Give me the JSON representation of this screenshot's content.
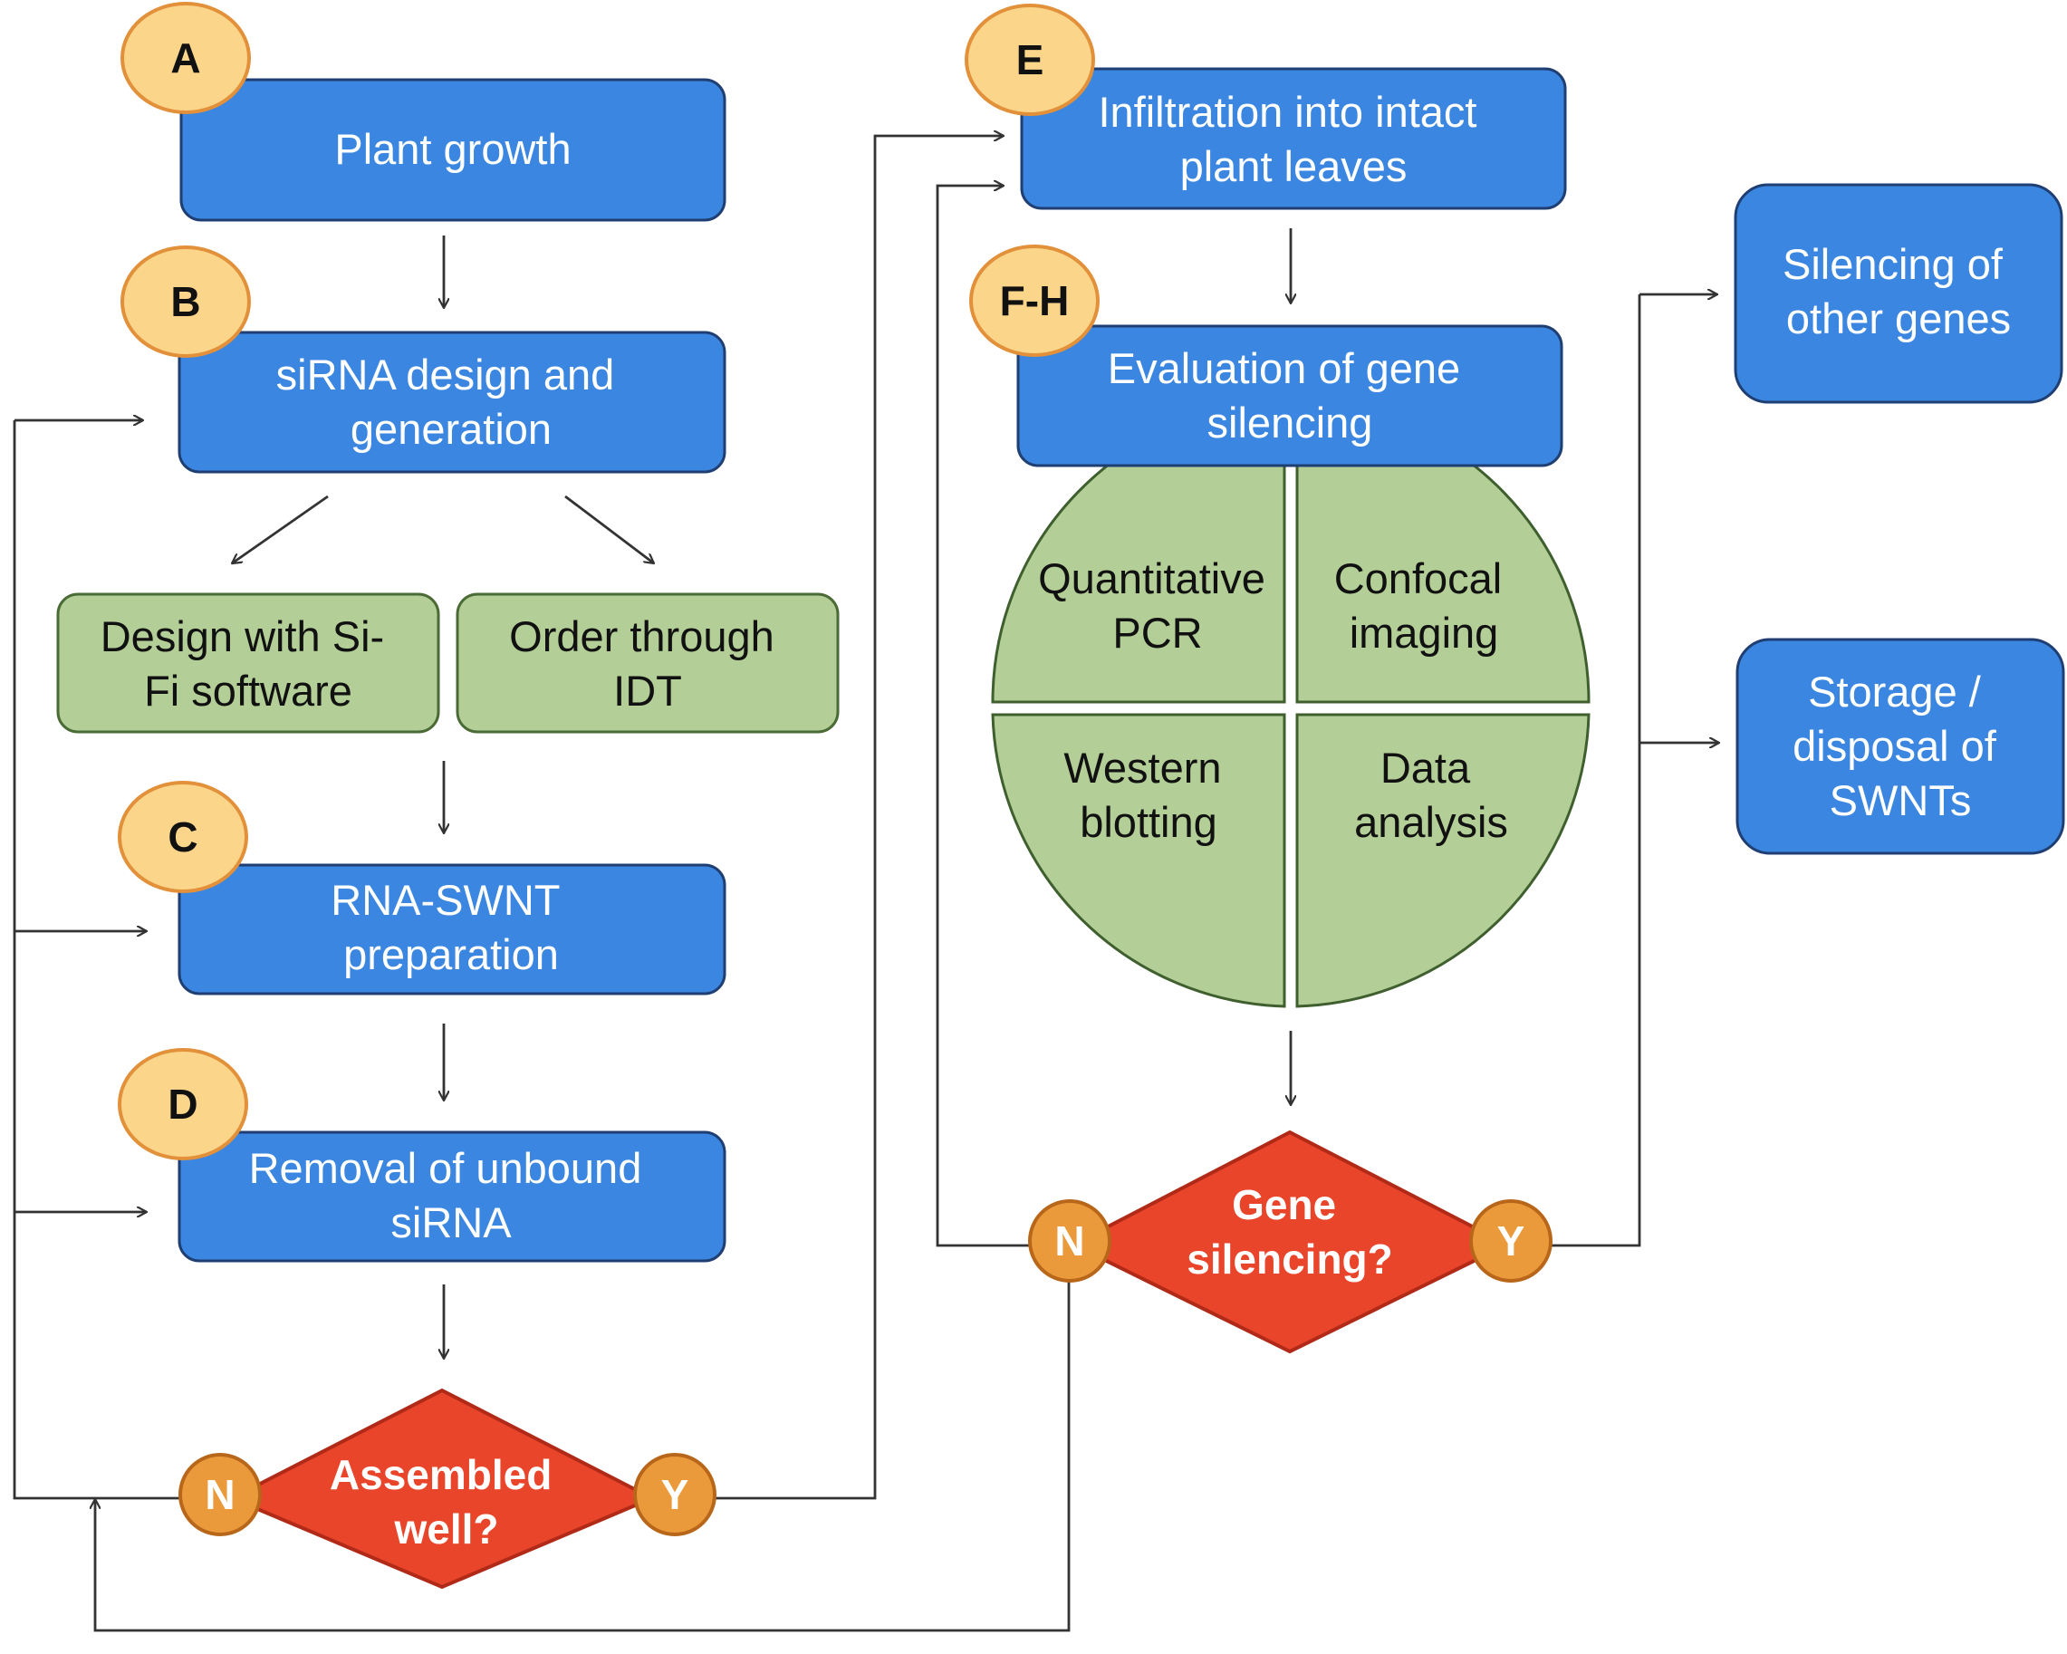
{
  "colors": {
    "process_fill": "#3b86e0",
    "process_stroke": "#1f3f73",
    "option_fill": "#b3cf97",
    "option_stroke": "#4a6a36",
    "decision_fill": "#e8452a",
    "decision_stroke": "#b12a17",
    "step_badge_fill": "#fbd68a",
    "step_badge_stroke": "#e2903a",
    "yn_fill": "#ea9a3a",
    "yn_stroke": "#b8661a",
    "connector": "#333333"
  },
  "steps": {
    "a": {
      "badge": "A",
      "lines": [
        "Plant growth"
      ]
    },
    "b": {
      "badge": "B",
      "lines": [
        "siRNA design and",
        "generation"
      ]
    },
    "c": {
      "badge": "C",
      "lines": [
        "RNA-SWNT",
        "preparation"
      ]
    },
    "d": {
      "badge": "D",
      "lines": [
        "Removal of unbound",
        "siRNA"
      ]
    },
    "e": {
      "badge": "E",
      "lines": [
        "Infiltration into intact",
        "plant leaves"
      ]
    },
    "fh": {
      "badge": "F-H",
      "lines": [
        "Evaluation of gene",
        "silencing"
      ]
    }
  },
  "options": {
    "sifi": {
      "lines": [
        "Design with Si-",
        "Fi software"
      ]
    },
    "idt": {
      "lines": [
        "Order through",
        "IDT"
      ]
    }
  },
  "evaluation_methods": {
    "qpcr": {
      "lines": [
        "Quantitative",
        "PCR"
      ]
    },
    "confocal": {
      "lines": [
        "Confocal",
        "imaging"
      ]
    },
    "western": {
      "lines": [
        "Western",
        "blotting"
      ]
    },
    "analysis": {
      "lines": [
        "Data",
        "analysis"
      ]
    }
  },
  "decisions": {
    "assembled": {
      "lines": [
        "Assembled",
        "well?"
      ],
      "no": "N",
      "yes": "Y"
    },
    "silencing": {
      "lines": [
        "Gene",
        "silencing?"
      ],
      "no": "N",
      "yes": "Y"
    }
  },
  "outcomes": {
    "other_genes": {
      "lines": [
        "Silencing of",
        "other genes"
      ]
    },
    "storage": {
      "lines": [
        "Storage /",
        "disposal of",
        "SWNTs"
      ]
    }
  }
}
